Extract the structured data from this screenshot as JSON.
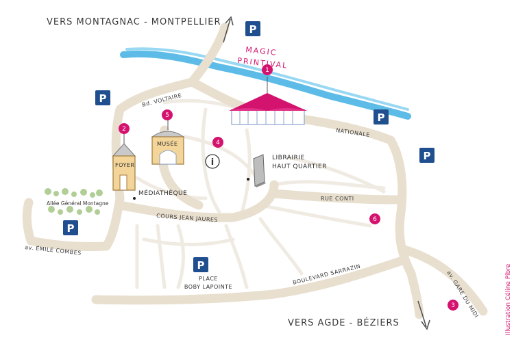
{
  "directions": {
    "north": "VERS MONTAGNAC - MONTPELLIER",
    "south": "VERS AGDE - BÉZIERS"
  },
  "event": {
    "line1": "MAGIC",
    "line2": "PRINTIVAL"
  },
  "streets": {
    "voltaire": "Bd. VOLTAIRE",
    "nationale": "NATIONALE",
    "conti": "RUE CONTI",
    "jean_jaures": "COURS JEAN JAURES",
    "sarrazin": "BOULEVARD SARRAZIN",
    "emile_combes": "av. ÉMILE COMBES",
    "gare_du_midi": "av. GARE DU MIDI",
    "allee": "Allée Général Montagne"
  },
  "places": {
    "foyer": "FOYER",
    "musee": "MUSÉE",
    "mediatheque": "MÉDIATHÈQUE",
    "librairie_line1": "LIBRAIRIE",
    "librairie_line2": "HAUT QUARTIER",
    "place_line1": "PLACE",
    "place_line2": "BOBY LAPOINTE"
  },
  "markers": [
    "1",
    "2",
    "3",
    "4",
    "5",
    "6"
  ],
  "parking_letter": "P",
  "info_letter": "i",
  "credit": "Illustration Céline Pibre",
  "colors": {
    "road": "#e8dfcf",
    "river": "#3fb0e3",
    "marker": "#d4136f",
    "parking": "#1f4f8f",
    "park": "#a8c98a",
    "building": "#f3d59a"
  }
}
